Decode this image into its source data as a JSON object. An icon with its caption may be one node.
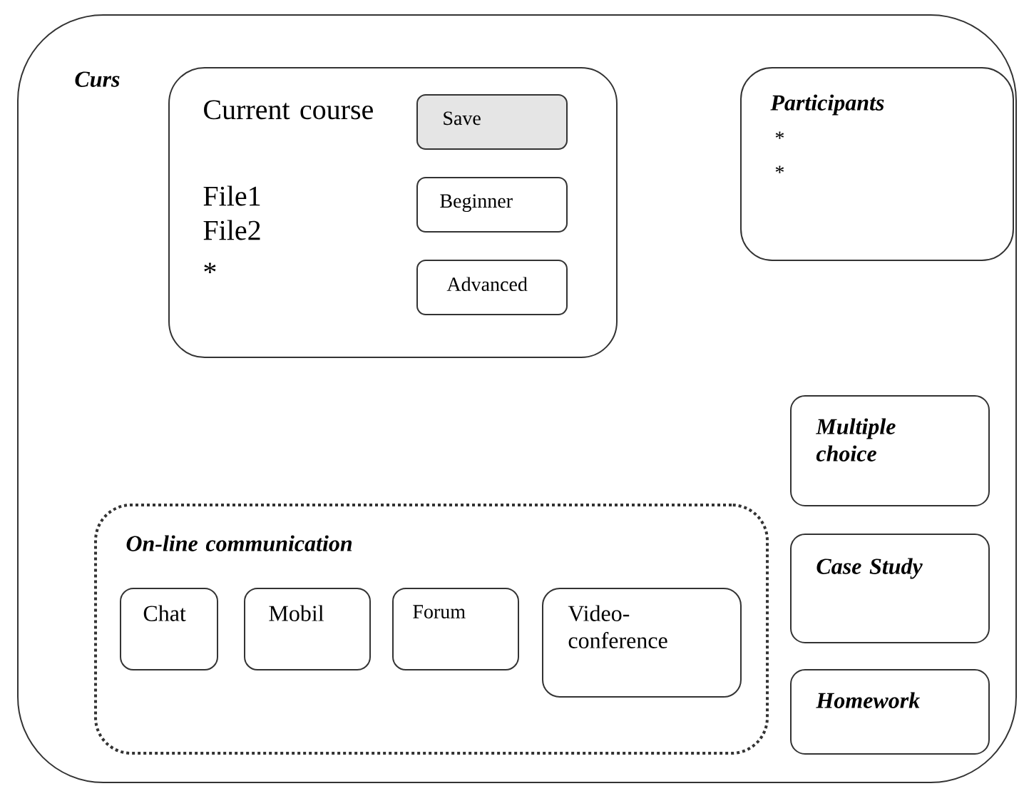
{
  "diagram": {
    "nodes": [
      {
        "text": [
          "Curs"
        ]
      },
      {
        "text": [
          "Current course",
          "File1",
          "File2",
          "*"
        ],
        "in": 0
      },
      {
        "text": [
          "Save"
        ],
        "in": 1
      },
      {
        "text": [
          "Beginner"
        ],
        "in": 1
      },
      {
        "text": [
          "Advanced"
        ],
        "in": 1
      },
      {
        "text": [
          "Participants",
          "*",
          "*"
        ],
        "in": 0
      },
      {
        "text": [
          "Multiple choice"
        ],
        "in": 0
      },
      {
        "text": [
          "Case Study"
        ],
        "in": 0
      },
      {
        "text": [
          "Homework"
        ],
        "in": 0
      },
      {
        "text": [
          "On-line communication"
        ],
        "in": 0
      },
      {
        "text": [
          "Chat"
        ],
        "in": 9
      },
      {
        "text": [
          "Mobil"
        ],
        "in": 9
      },
      {
        "text": [
          "Forum"
        ],
        "in": 9
      },
      {
        "text": [
          "Video-conference"
        ],
        "in": 9
      }
    ]
  }
}
